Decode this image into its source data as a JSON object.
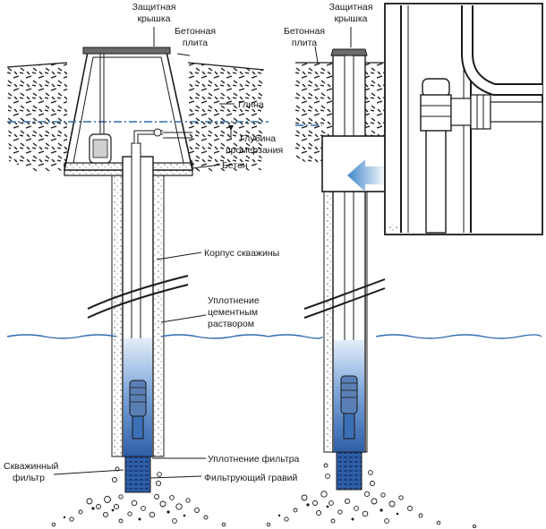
{
  "labels": {
    "cap_left_1": "Защитная",
    "cap_left_2": "крышка",
    "slab_1": "Бетонная",
    "slab_2": "плита",
    "clay": "Глина",
    "frost_1": "Глубина",
    "frost_2": "промерзания",
    "concrete": "Бетон",
    "casing": "Корпус скважины",
    "grout_1": "Уплотнение",
    "grout_2": "цементным",
    "grout_3": "раствором",
    "filter_seal": "Уплотнение фильтра",
    "screen_1": "Скважинный",
    "screen_2": "фильтр",
    "gravel": "Фильтрующий гравий",
    "cap_mid_1": "Защитная",
    "cap_mid_2": "крышка",
    "slab_mid_1": "Бетонная",
    "slab_mid_2": "плита"
  },
  "colors": {
    "ink": "#1a1a1a",
    "water": "#3b6fb6",
    "water_light": "#c9dcf0",
    "frost_line": "#2f6bb0",
    "grout": "#f4f1e8",
    "arrow": "#3f86c8"
  }
}
